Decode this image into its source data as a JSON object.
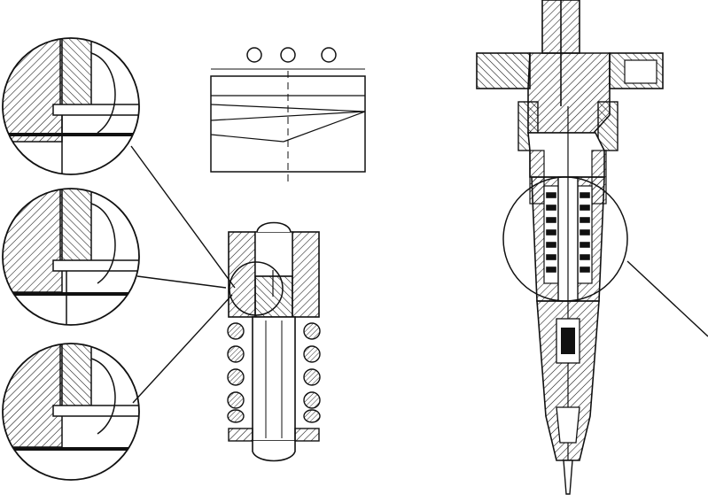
{
  "figure": {
    "kind": "technical-drawing",
    "subject": "fuel-injector-cross-section",
    "line_color": "#111111",
    "background": "#ffffff"
  },
  "detail_views": [
    {
      "name": "detail-view-top"
    },
    {
      "name": "detail-view-middle"
    },
    {
      "name": "detail-view-bottom"
    }
  ],
  "timing_chart": {
    "markers": 3
  },
  "callouts": [
    {
      "name": "leader-top-detail"
    },
    {
      "name": "leader-middle-detail"
    },
    {
      "name": "leader-bottom-detail"
    },
    {
      "name": "leader-injector-detail"
    }
  ]
}
